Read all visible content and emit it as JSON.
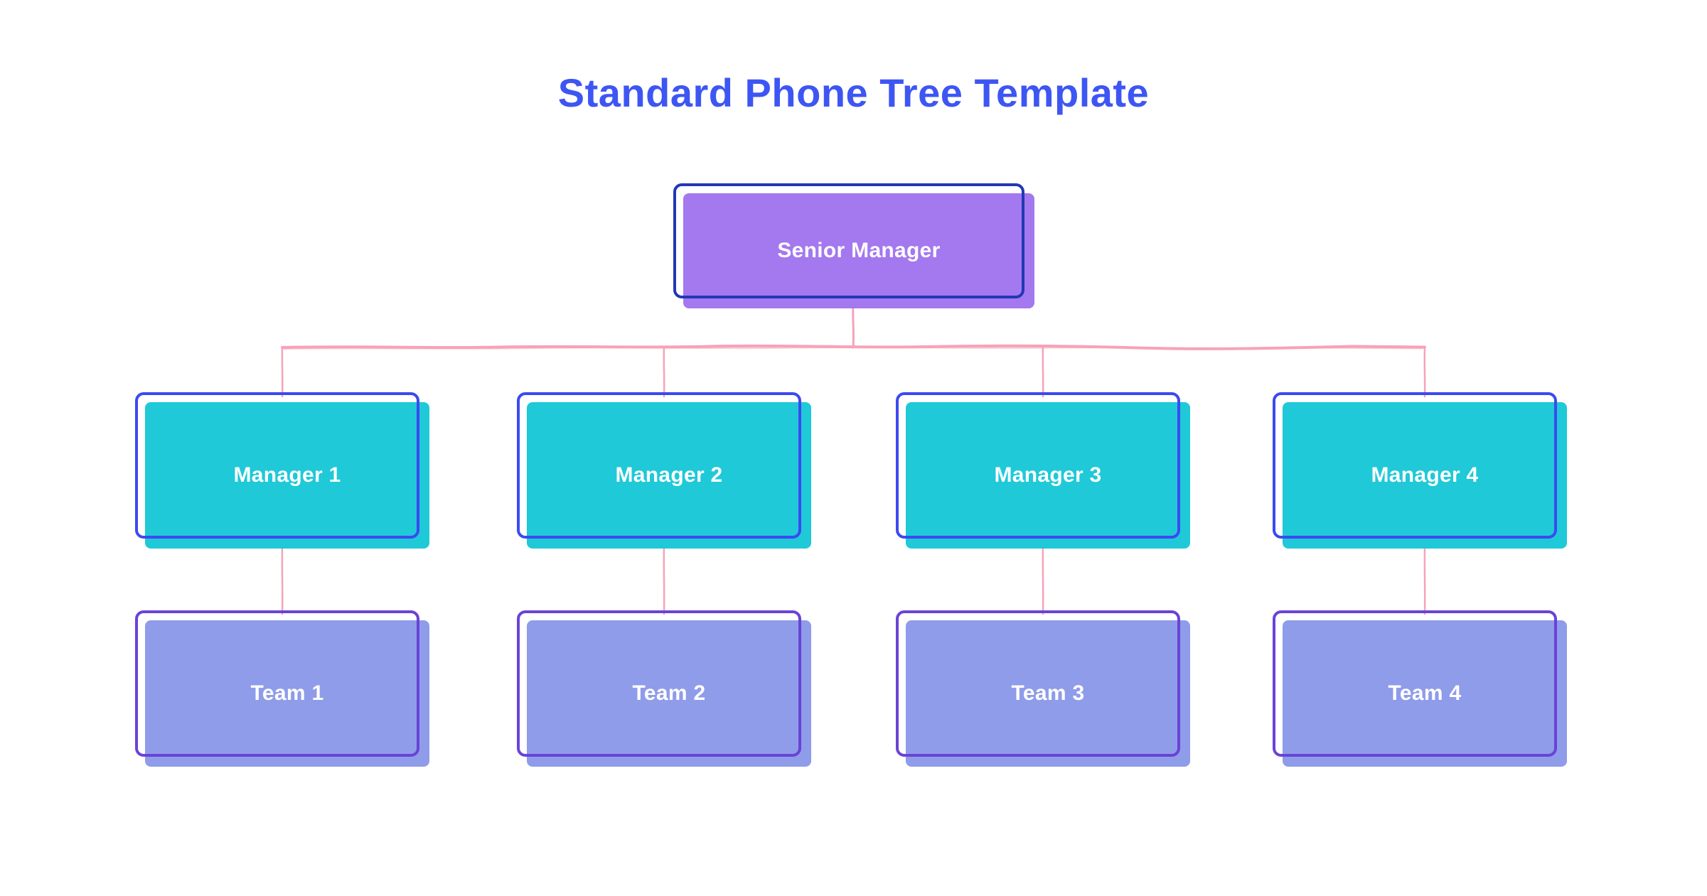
{
  "page_title": "Standard Phone Tree Template",
  "theme": {
    "background": "#ffffff",
    "title_color": "#3d56f3",
    "connector_color": "#f7a2b8",
    "node_text_color": "#ffffff",
    "root_fill": "#a478ee",
    "root_outline": "#2138b5",
    "manager_fill": "#1fc9d8",
    "manager_outline": "#3b4af0",
    "team_fill": "#8f9ce9",
    "team_outline": "#6a43d6"
  },
  "tree": {
    "root": {
      "label": "Senior Manager"
    },
    "managers": [
      {
        "label": "Manager 1"
      },
      {
        "label": "Manager 2"
      },
      {
        "label": "Manager 3"
      },
      {
        "label": "Manager 4"
      }
    ],
    "teams": [
      {
        "label": "Team 1"
      },
      {
        "label": "Team 2"
      },
      {
        "label": "Team 3"
      },
      {
        "label": "Team 4"
      }
    ]
  }
}
